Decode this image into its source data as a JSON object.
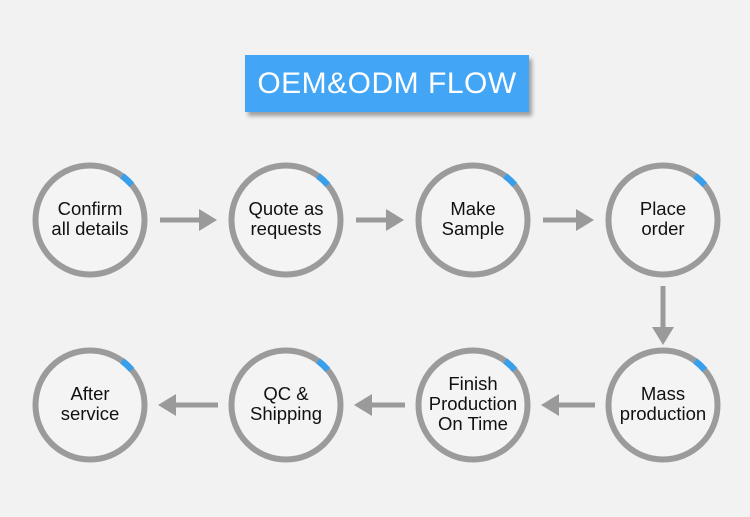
{
  "title": "OEM&ODM FLOW",
  "colors": {
    "background": "#f2f2f2",
    "banner": "#42a5f5",
    "ring": "#9b9b9b",
    "accent": "#3a9fea",
    "arrow": "#9a9a9a",
    "text": "#111111"
  },
  "steps": [
    {
      "id": 1,
      "lines": [
        "Confirm",
        "all details"
      ]
    },
    {
      "id": 2,
      "lines": [
        "Quote as",
        "requests"
      ]
    },
    {
      "id": 3,
      "lines": [
        "Make",
        "Sample"
      ]
    },
    {
      "id": 4,
      "lines": [
        "Place",
        "order"
      ]
    },
    {
      "id": 5,
      "lines": [
        "Mass",
        "production"
      ]
    },
    {
      "id": 6,
      "lines": [
        "Finish",
        "Production",
        "On Time"
      ]
    },
    {
      "id": 7,
      "lines": [
        "QC &",
        "Shipping"
      ]
    },
    {
      "id": 8,
      "lines": [
        "After",
        "service"
      ]
    }
  ],
  "connections": [
    {
      "from": 1,
      "to": 2,
      "direction": "right"
    },
    {
      "from": 2,
      "to": 3,
      "direction": "right"
    },
    {
      "from": 3,
      "to": 4,
      "direction": "right"
    },
    {
      "from": 4,
      "to": 5,
      "direction": "down"
    },
    {
      "from": 5,
      "to": 6,
      "direction": "left"
    },
    {
      "from": 6,
      "to": 7,
      "direction": "left"
    },
    {
      "from": 7,
      "to": 8,
      "direction": "left"
    }
  ]
}
